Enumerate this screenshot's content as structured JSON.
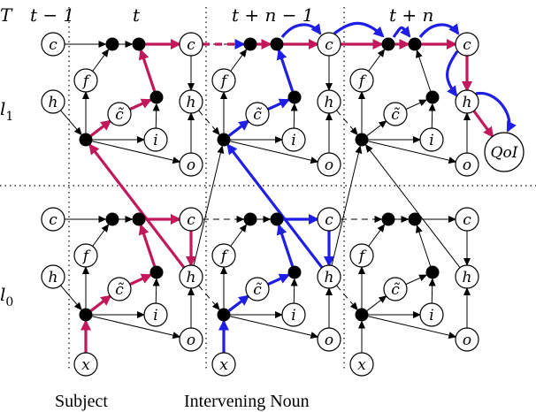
{
  "header": {
    "T": "T",
    "times": [
      "t − 1",
      "t",
      "t + n − 1",
      "t + n"
    ]
  },
  "rows": {
    "l1": "l",
    "l1_sub": "1",
    "l0": "l",
    "l0_sub": "0"
  },
  "nodes": {
    "c": "c",
    "f": "f",
    "h": "h",
    "ctilde": "c̃",
    "i": "i",
    "o": "o",
    "x": "x",
    "qoi": "QoI"
  },
  "captions": {
    "subject": "Subject",
    "intervening": "Intervening Noun"
  },
  "colors": {
    "red": "#c2185b",
    "blue": "#1e1ee6",
    "black": "#000000"
  }
}
